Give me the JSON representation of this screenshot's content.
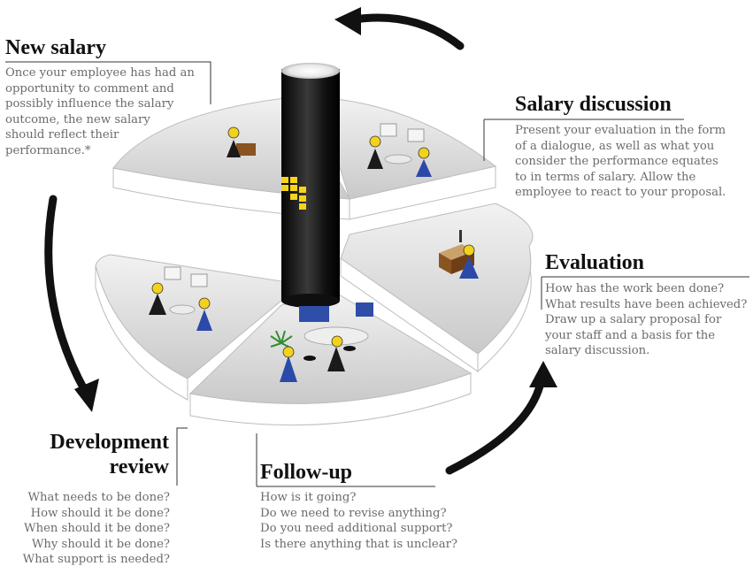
{
  "stages": {
    "new_salary": {
      "heading": "New salary",
      "lines": [
        "Once your employee has had an",
        "opportunity to comment and",
        "possibly influence the salary",
        "outcome, the new salary",
        "should reflect their",
        "performance.*"
      ]
    },
    "salary_discussion": {
      "heading": "Salary discussion",
      "lines": [
        "Present your evaluation in the form",
        "of a dialogue, as well as what you",
        "consider the performance equates",
        "to in terms of salary. Allow the",
        "employee to react to your proposal."
      ]
    },
    "evaluation": {
      "heading": "Evaluation",
      "lines": [
        "How has the work been done?",
        "What results have been achieved?",
        "Draw up a salary proposal for",
        "your staff and a basis for the",
        "salary discussion."
      ]
    },
    "follow_up": {
      "heading": "Follow-up",
      "lines": [
        "How is it going?",
        "Do we need to revise anything?",
        "Do you need additional support?",
        "Is there anything that is unclear?"
      ]
    },
    "development_review": {
      "heading_line1": "Development",
      "heading_line2": "review",
      "lines": [
        "What needs to be done?",
        "How should it be done?",
        "When should it be done?",
        "Why should it be done?",
        "What support is needed?"
      ]
    }
  },
  "colors": {
    "heading": "#111111",
    "body_text": "#6b6b6b",
    "platform_top": "#dcdcdc",
    "platform_side": "#ffffff",
    "pillar": "#151515",
    "arrow": "#111111",
    "figure_head": "#f2d21a",
    "figure_black": "#1a1a1a",
    "figure_blue": "#2b49a8"
  }
}
